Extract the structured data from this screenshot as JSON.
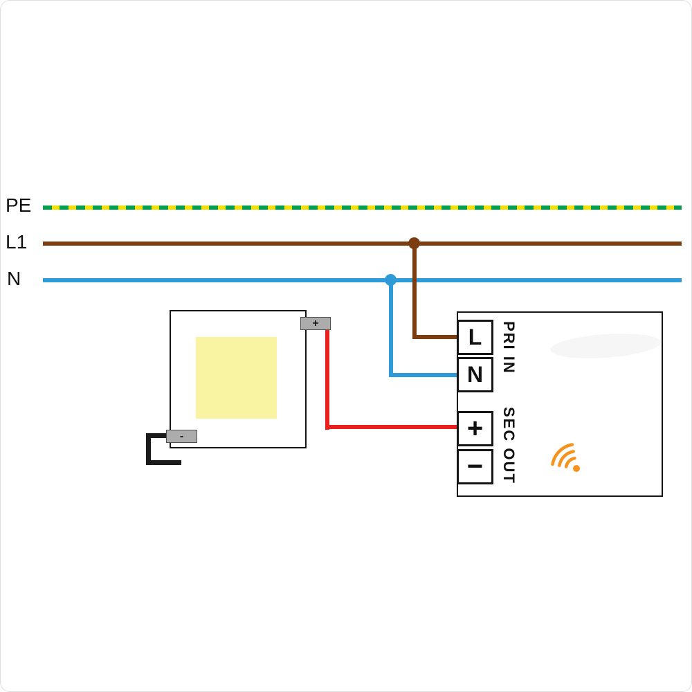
{
  "bus": {
    "pe": {
      "label": "PE",
      "base_color": "#F3DF00",
      "dash_color": "#00A14B"
    },
    "l1": {
      "label": "L1",
      "color": "#7C3E11"
    },
    "n": {
      "label": "N",
      "color": "#2E9BD8"
    }
  },
  "wires": {
    "live": "#7C3E11",
    "neutral": "#2E9BD8",
    "sec_plus": "#E9201E",
    "sec_minus": "#1B1B1B"
  },
  "led_module": {
    "chip_color": "#F9F4A1",
    "pad_plus_label": "+",
    "pad_minus_label": "-"
  },
  "driver": {
    "terminals": [
      {
        "label": "L"
      },
      {
        "label": "N"
      },
      {
        "label": "+"
      },
      {
        "label": "−"
      }
    ],
    "pri_in_label": "PRI IN",
    "sec_out_label": "SEC OUT",
    "wireless_color": "#F6921E"
  }
}
